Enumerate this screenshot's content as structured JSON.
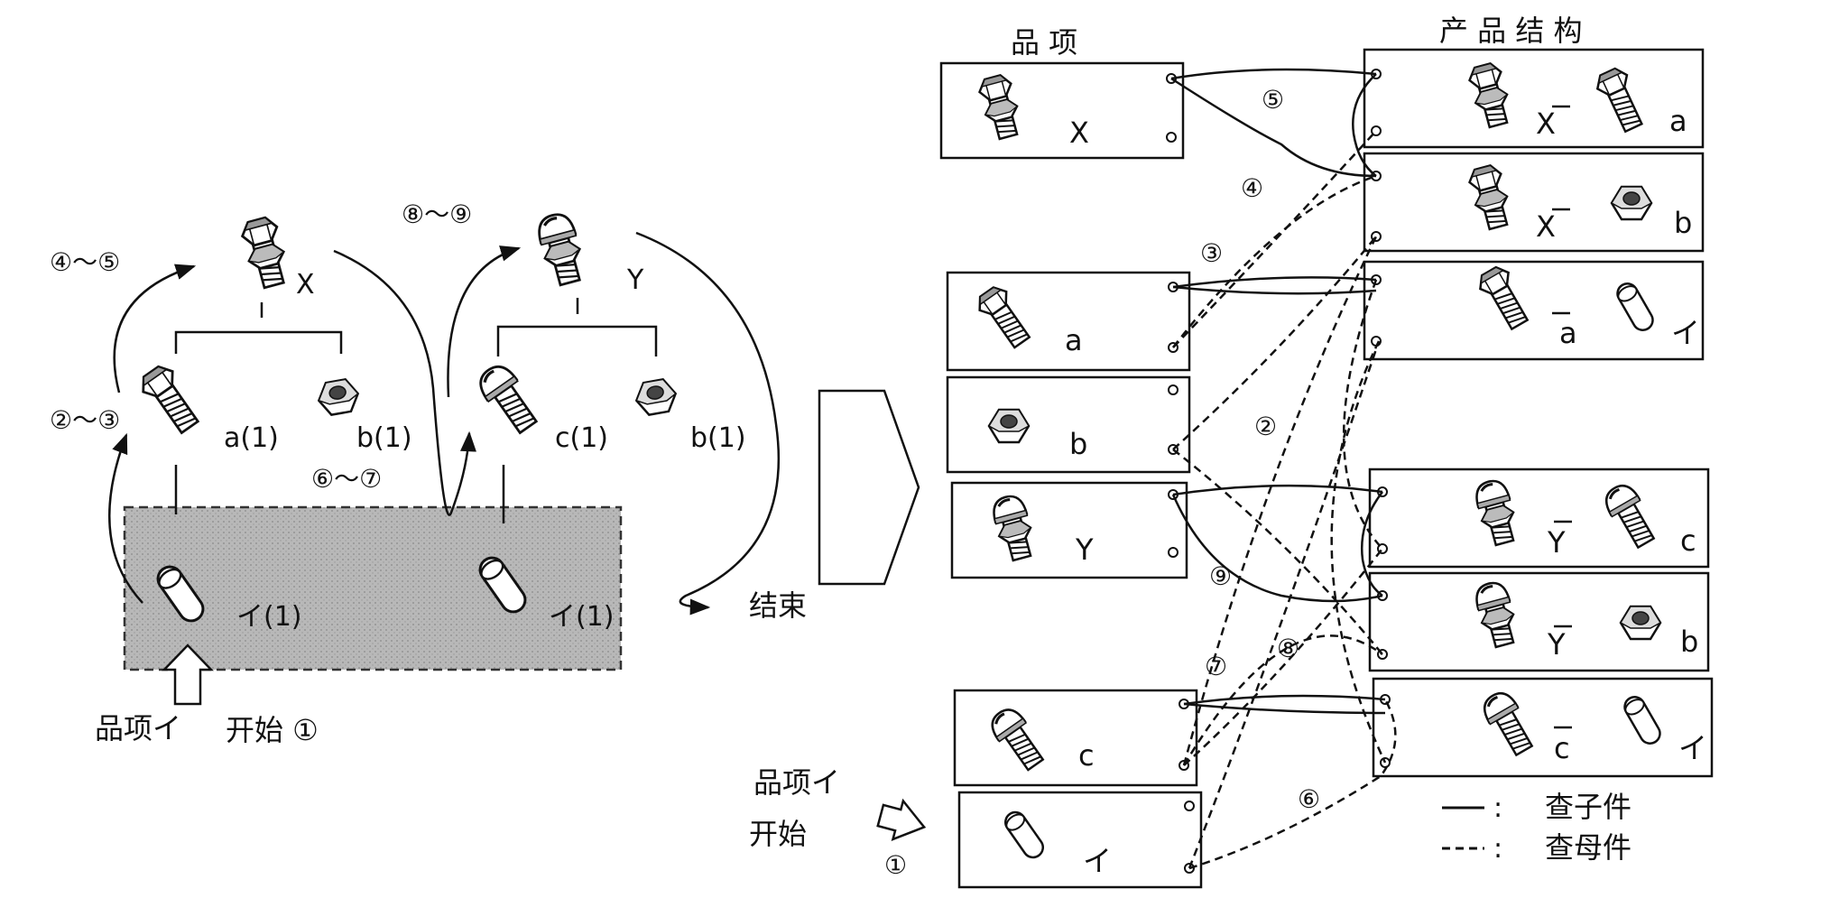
{
  "left_tree": {
    "parent_x": {
      "label": "X"
    },
    "parent_y": {
      "label": "Y"
    },
    "child_a": {
      "label": "a(1)"
    },
    "child_b1": {
      "label": "b(1)"
    },
    "child_c": {
      "label": "c(1)"
    },
    "child_b2": {
      "label": "b(1)"
    },
    "leaf_i1": {
      "label": "イ(1)"
    },
    "leaf_i2": {
      "label": "イ(1)"
    },
    "step_2_3": "②～③",
    "step_4_5": "④～⑤",
    "step_6_7": "⑥～⑦",
    "step_8_9": "⑧～⑨",
    "start_item": "品项イ",
    "start_label": "开始 ①",
    "end_label": "结束"
  },
  "right": {
    "items_header": "品  项",
    "structure_header": "产 品 结 构",
    "item_cards": [
      {
        "label": "X",
        "icon": "bolt-nut-assembly-icon"
      },
      {
        "label": "a",
        "icon": "bolt-icon"
      },
      {
        "label": "b",
        "icon": "nut-icon"
      },
      {
        "label": "Y",
        "icon": "round-bolt-assembly-icon"
      },
      {
        "label": "c",
        "icon": "round-head-bolt-icon"
      },
      {
        "label": "イ",
        "icon": "pin-icon"
      }
    ],
    "structure_cards": [
      {
        "parent": "X",
        "child": "a"
      },
      {
        "parent": "X",
        "child": "b"
      },
      {
        "parent": "a",
        "child": "イ"
      },
      {
        "parent": "Y",
        "child": "c"
      },
      {
        "parent": "Y",
        "child": "b"
      },
      {
        "parent": "c",
        "child": "イ"
      }
    ],
    "steps": [
      "①",
      "②",
      "③",
      "④",
      "⑤",
      "⑥",
      "⑦",
      "⑧",
      "⑨"
    ],
    "start_item": "品项イ",
    "start_label": "开始",
    "start_number": "①",
    "legend": [
      {
        "line": "solid",
        "text": "查子件"
      },
      {
        "line": "dashed",
        "text": "查母件"
      }
    ],
    "legend_sep": ":"
  }
}
